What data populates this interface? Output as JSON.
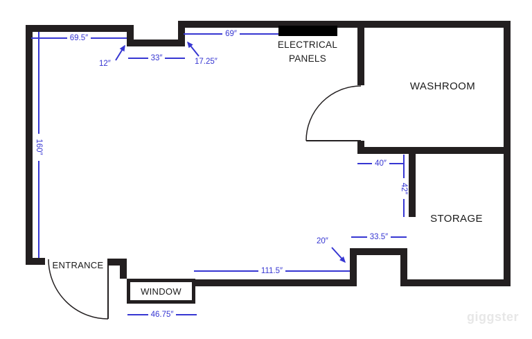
{
  "floor_plan": {
    "rooms": {
      "washroom": "WASHROOM",
      "storage": "STORAGE"
    },
    "features": {
      "electrical_panels_line1": "ELECTRICAL",
      "electrical_panels_line2": "PANELS",
      "entrance": "ENTRANCE",
      "window": "WINDOW"
    },
    "dimensions": {
      "top_left_wall": "69.5″",
      "notch_depth": "12″",
      "notch_width": "33″",
      "notch_right_depth": "17.25″",
      "top_right_wall": "69″",
      "left_wall": "160″",
      "washroom_to_storage_gap": "40″",
      "storage_partition_wall": "42″",
      "alcove_width": "33.5″",
      "alcove_depth": "20″",
      "bottom_wall": "111.5″",
      "window_width": "46.75″"
    },
    "watermark": "giggster",
    "colors": {
      "wall": "#231f20",
      "dimension": "#3636d2",
      "watermark": "#e7e7e7"
    }
  }
}
